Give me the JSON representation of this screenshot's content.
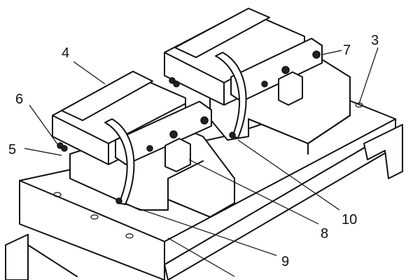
{
  "figure": {
    "callouts": [
      {
        "id": "c3",
        "text": "3"
      },
      {
        "id": "c4",
        "text": "4"
      },
      {
        "id": "c5",
        "text": "5"
      },
      {
        "id": "c6",
        "text": "6"
      },
      {
        "id": "c7",
        "text": "7"
      },
      {
        "id": "c8",
        "text": "8"
      },
      {
        "id": "c9",
        "text": "9"
      },
      {
        "id": "c10",
        "text": "10"
      }
    ]
  },
  "colors": {
    "line": "#111111",
    "background": "#ffffff"
  }
}
